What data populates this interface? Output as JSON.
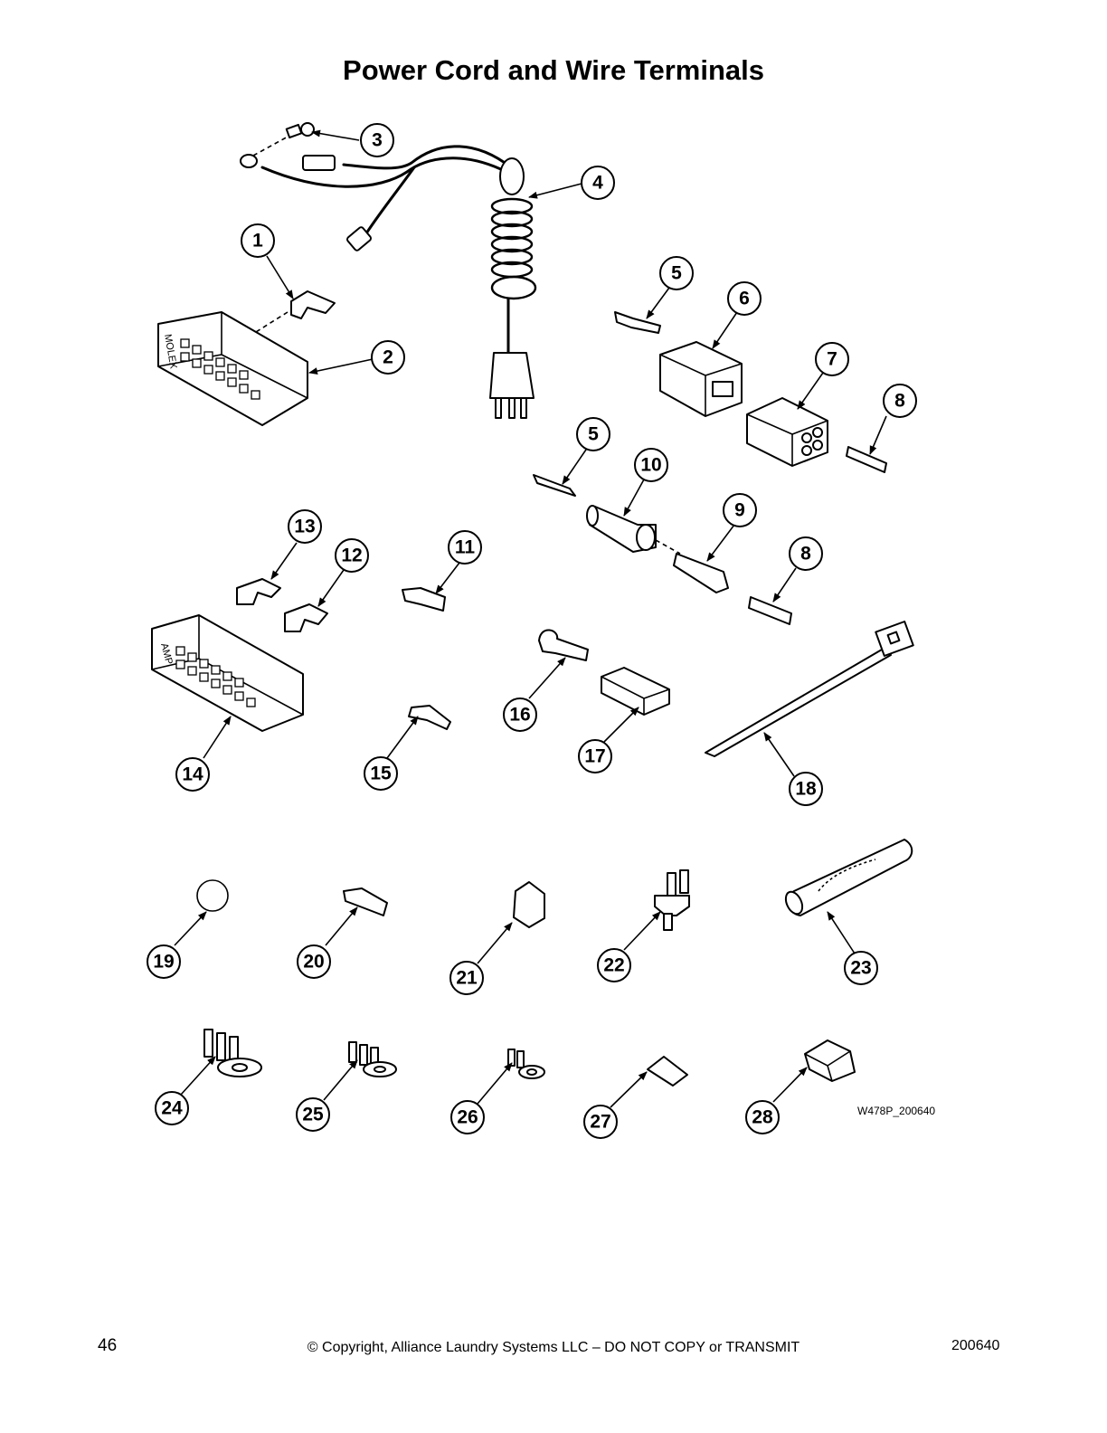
{
  "page": {
    "title": "Power Cord and Wire Terminals",
    "figure_id": "W478P_200640",
    "page_number": "46",
    "copyright": "© Copyright, Alliance Laundry Systems LLC – DO NOT COPY or TRANSMIT",
    "doc_number": "200640"
  },
  "parts_labels": {
    "molex": "MOLEX",
    "amp": "AMP"
  },
  "callouts": [
    "1",
    "2",
    "3",
    "4",
    "5",
    "6",
    "7",
    "8",
    "5",
    "10",
    "9",
    "8",
    "13",
    "12",
    "11",
    "14",
    "15",
    "16",
    "17",
    "18",
    "19",
    "20",
    "21",
    "22",
    "23",
    "24",
    "25",
    "26",
    "27",
    "28"
  ]
}
